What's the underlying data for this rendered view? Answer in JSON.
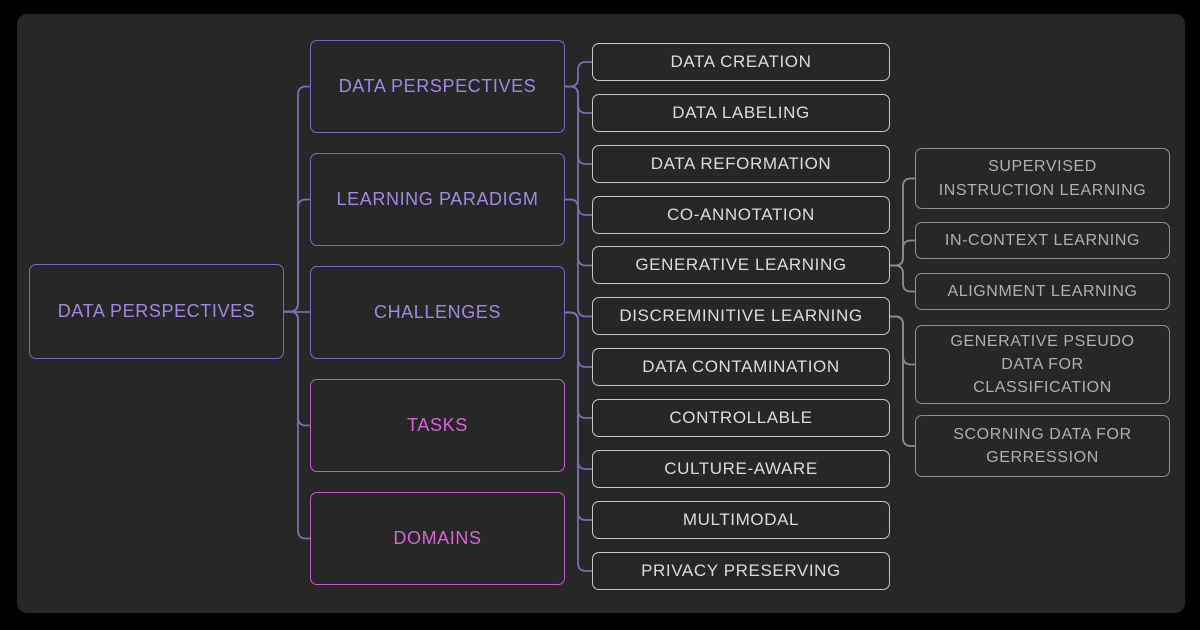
{
  "diagram": {
    "type": "mindmap-tree",
    "background_color": "#000000",
    "canvas_color": "#272727",
    "palette": {
      "purple_text": "#a189e2",
      "purple_border": "#8066c4",
      "pink_text": "#d963da",
      "pink_border": "#c65bc8",
      "light_text": "#dcdcdc",
      "light_border": "#c8c8c8",
      "dim_text": "#b0b0b0",
      "dim_border": "#8f8f8f",
      "edge_purple": "#7e6cb0",
      "edge_gray": "#8d8d8d"
    }
  },
  "root": {
    "label": "DATA PERSPECTIVES",
    "children": [
      {
        "label": "DATA PERSPECTIVES",
        "children": [
          {
            "label": "DATA CREATION"
          },
          {
            "label": "DATA LABELING"
          },
          {
            "label": "DATA REFORMATION"
          },
          {
            "label": "CO-ANNOTATION"
          }
        ]
      },
      {
        "label": "LEARNING PARADIGM",
        "children": [
          {
            "label": "GENERATIVE LEARNING",
            "children": [
              {
                "label": "SUPERVISED INSTRUCTION LEARNING"
              },
              {
                "label": "IN-CONTEXT LEARNING"
              },
              {
                "label": "ALIGNMENT LEARNING"
              }
            ]
          },
          {
            "label": "DISCREMINITIVE LEARNING",
            "children": [
              {
                "label": "GENERATIVE PSEUDO DATA FOR CLASSIFICATION"
              },
              {
                "label": "SCORNING DATA FOR GERRESSION"
              }
            ]
          }
        ]
      },
      {
        "label": "CHALLENGES",
        "children": [
          {
            "label": "DATA CONTAMINATION"
          },
          {
            "label": "CONTROLLABLE"
          },
          {
            "label": "CULTURE-AWARE"
          },
          {
            "label": "MULTIMODAL"
          },
          {
            "label": "PRIVACY PRESERVING"
          }
        ]
      },
      {
        "label": "TASKS"
      },
      {
        "label": "DOMAINS"
      }
    ]
  }
}
